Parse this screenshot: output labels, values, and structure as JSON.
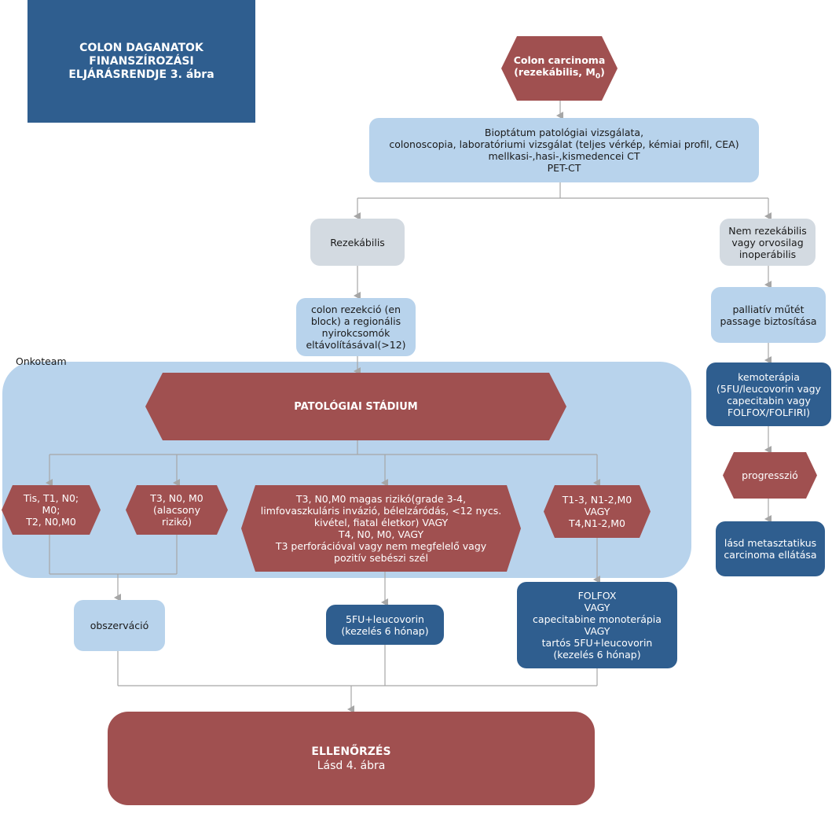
{
  "title": [
    "COLON DAGANATOK",
    "FINANSZÍROZÁSI",
    "ELJÁRÁSRENDJE 3. ábra"
  ],
  "colors": {
    "maroon": "#a05050",
    "dark_blue": "#2f5e8f",
    "light_blue": "#b8d3ec",
    "grey_box": "#d3dae1",
    "team_panel": "#b8d3ec",
    "connector": "#a6a6a6"
  },
  "start": {
    "line1": "Colon carcinoma",
    "line2_prefix": "(rezekábilis, M",
    "line2_sub": "0",
    "line2_suffix": ")"
  },
  "workup": [
    "Bioptátum patológiai vizsgálata,",
    "colonoscopia, laboratóriumi vizsgálat (teljes vérkép, kémiai profil, CEA)",
    "mellkasi-,hasi-,kismedencei CT",
    "PET-CT"
  ],
  "resectable": "Rezekábilis",
  "non_resectable": [
    "Nem rezekábilis",
    "vagy orvosilag",
    "inoperábilis"
  ],
  "resection": [
    "colon rezekció (en",
    "block) a regionális",
    "nyirokcsomók",
    "eltávolításával(>12)"
  ],
  "onkoteam": "Onkoteam",
  "stage_header": "PATOLÓGIAI STÁDIUM",
  "stages": {
    "low": [
      "Tis, T1, N0;",
      "M0;",
      "T2, N0,M0"
    ],
    "t3_low": [
      "T3, N0, M0",
      "(alacsony",
      "rizikó)"
    ],
    "t3_high": [
      "T3, N0,M0 magas rizikó(grade 3-4,",
      "limfovaszkuláris invázió, bélelzáródás, <12 nycs.",
      "kivétel, fiatal életkor) VAGY",
      "T4, N0, M0, VAGY",
      "T3 perforációval vagy nem megfelelő vagy",
      "pozitív sebészi szél"
    ],
    "node_pos": [
      "T1-3, N1-2,M0",
      "VAGY",
      "T4,N1-2,M0"
    ]
  },
  "observation": "obszerváció",
  "fu_6": [
    "5FU+leucovorin",
    "(kezelés 6 hónap)"
  ],
  "folfox": [
    "FOLFOX",
    "VAGY",
    "capecitabine monoterápia",
    "VAGY",
    "tartós 5FU+leucovorin",
    "(kezelés 6 hónap)"
  ],
  "palliative": [
    "palliatív műtét",
    "passage biztosítása"
  ],
  "chemo": [
    "kemoterápia",
    "(5FU/leucovorin vagy",
    "capecitabin vagy",
    "FOLFOX/FOLFIRI)"
  ],
  "progression": "progresszió",
  "metastatic": [
    "lásd metasztatikus",
    "carcinoma ellátása"
  ],
  "followup": {
    "title": "ELLENŐRZÉS",
    "subtitle": "Lásd 4. ábra"
  }
}
